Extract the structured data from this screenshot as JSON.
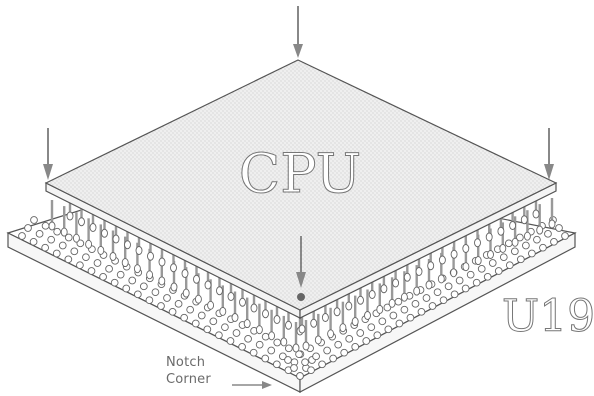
{
  "diagram": {
    "chip_label": "CPU",
    "socket_label": "U19",
    "notch_label_line1": "Notch",
    "notch_label_line2": "Corner"
  },
  "colors": {
    "stroke": "#555555",
    "arrow": "#888888",
    "pin": "#9a9a9a",
    "chip_fill": "#ececec",
    "board_fill": "#ffffff",
    "dot": "#bdbdbd"
  }
}
